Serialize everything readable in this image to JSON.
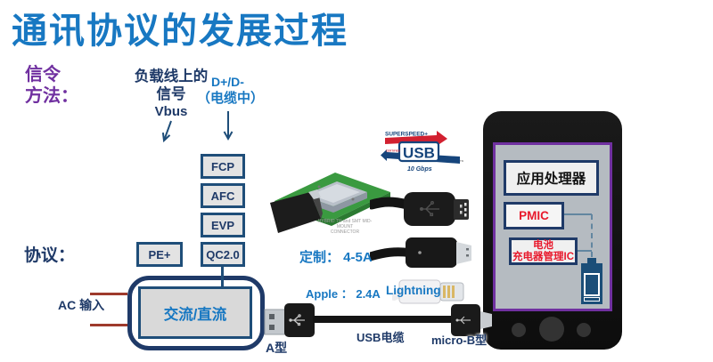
{
  "title": "通讯协议的发展过程",
  "labels": {
    "signaling_1": "信令",
    "signaling_2": "方法：",
    "load_line": "负载线上的",
    "signal": "信号",
    "vbus": "Vbus",
    "dplus_dminus": "D+/D-",
    "cable_mid": "（电缆中）",
    "protocol": "协议：",
    "ac_input": "AC 输入",
    "custom": "定制： 4-5A",
    "apple": "Apple ： 2.4A",
    "lightning": "Lightning",
    "usb_cable": "USB电缆",
    "micro_b": "micro-B型",
    "type_a": "A型"
  },
  "protocol_stack": [
    "FCP",
    "AFC",
    "EVP",
    "QC2.0"
  ],
  "pe_box": "PE+",
  "acdc_box": "交流/直流",
  "usb_logo": {
    "superspeed": "SUPERSPEED+",
    "certified": "CERTIFIED",
    "usb": "USB",
    "speed": "10 Gbps"
  },
  "connector_caption_1": "HYBRID TH and SMT MID-MOUNT",
  "connector_caption_2": "CONNECTOR",
  "phone": {
    "app_processor": "应用处理器",
    "pmic": "PMIC",
    "battery_mgmt_1": "电池",
    "battery_mgmt_2": "充电器管理IC"
  },
  "colors": {
    "title_blue": "#1878c2",
    "navy": "#1f3a68",
    "purple": "#7030a0",
    "red_line": "#9e3a2c",
    "red_text": "#e8192c",
    "box_fill": "#e3e3e3",
    "screen_gray": "#b5bbc1"
  }
}
